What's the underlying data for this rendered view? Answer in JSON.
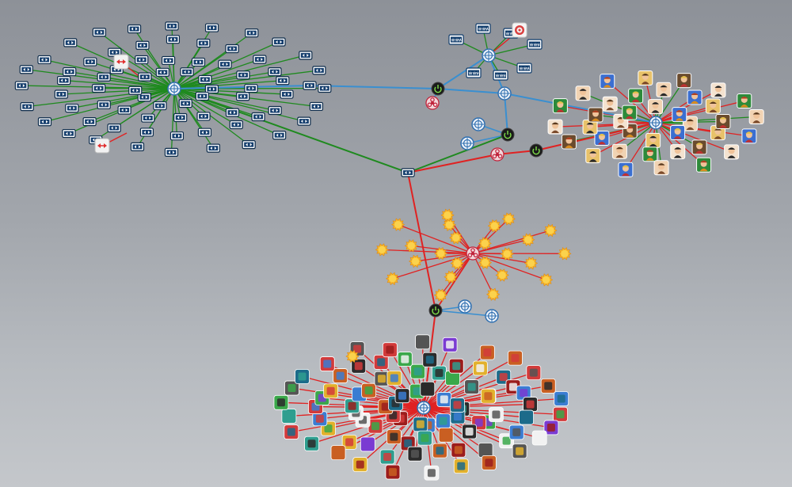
{
  "colors": {
    "lan_edge": "#1f8a1f",
    "wan_edge": "#3a8fd0",
    "alert_edge": "#e02222",
    "background_top": "#8d9198",
    "background_bottom": "#c4c7cb"
  },
  "node_types": [
    {
      "id": "computer",
      "icon": "arrows-box-icon",
      "color": "#10355e"
    },
    {
      "id": "computer-alert",
      "icon": "red-arrows-box-icon",
      "color": "#e03030"
    },
    {
      "id": "hub",
      "icon": "network-hub-icon",
      "color": "#2f6fb0"
    },
    {
      "id": "router",
      "icon": "power-router-icon",
      "color": "#1a1a1a"
    },
    {
      "id": "hazard",
      "icon": "biohazard-icon",
      "color": "#c0223a"
    },
    {
      "id": "www",
      "icon": "www-icon",
      "color": "#0d3a6a"
    },
    {
      "id": "target",
      "icon": "target-icon",
      "color": "#d94040"
    },
    {
      "id": "sun",
      "icon": "sun-icon",
      "color": "#f4a71d"
    },
    {
      "id": "avatar",
      "icon": "avatar-icon",
      "color": "#e8b48a"
    },
    {
      "id": "app",
      "icon": "app-icon",
      "color": "#444444"
    }
  ],
  "clusters": [
    {
      "name": "lan-cluster",
      "center_type": "hub",
      "leaf_type": "computer",
      "edge": "lan",
      "leaf_count": 72
    },
    {
      "name": "www-cluster",
      "center_type": "hub",
      "leaf_type": "www",
      "edge": "lan",
      "leaf_count": 7
    },
    {
      "name": "avatar-cluster",
      "center_type": "hub",
      "leaf_type": "avatar",
      "edge": "mixed",
      "leaf_count": 38
    },
    {
      "name": "sun-cluster",
      "center_type": "hazard",
      "leaf_type": "sun",
      "edge": "alert",
      "leaf_count": 24
    },
    {
      "name": "app-cluster",
      "center_type": "hub",
      "leaf_type": "app",
      "edge": "alert",
      "leaf_count": 88
    }
  ]
}
